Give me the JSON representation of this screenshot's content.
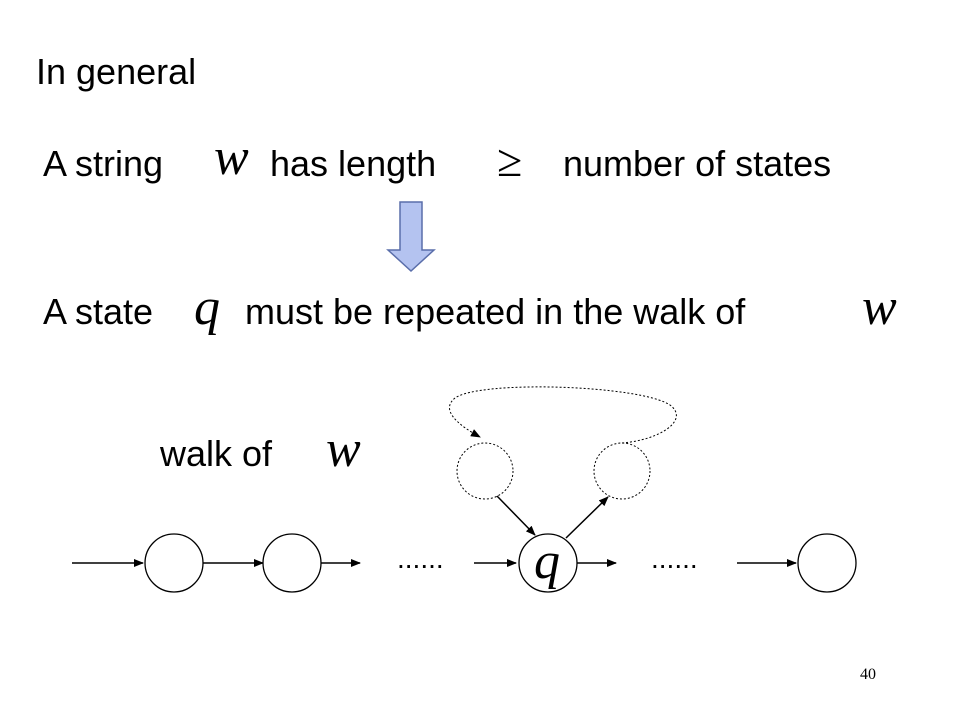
{
  "slide": {
    "title": "In general",
    "line1": {
      "prefix": "A string",
      "var": "w",
      "middle": "has  length",
      "symbol": "≥",
      "suffix": "number of states"
    },
    "line2": {
      "prefix": "A state",
      "var": "q",
      "suffix": "must be repeated in the walk of",
      "var2": "w"
    },
    "walk_label": {
      "text": "walk of",
      "var": "w"
    },
    "diagram": {
      "repeated_state_label": "q",
      "ellipsis_left": "......",
      "ellipsis_right": "......"
    },
    "page_number": "40",
    "colors": {
      "down_arrow_fill": "#b4c3f0",
      "down_arrow_stroke": "#5a6eaa",
      "ink": "#000000"
    }
  }
}
